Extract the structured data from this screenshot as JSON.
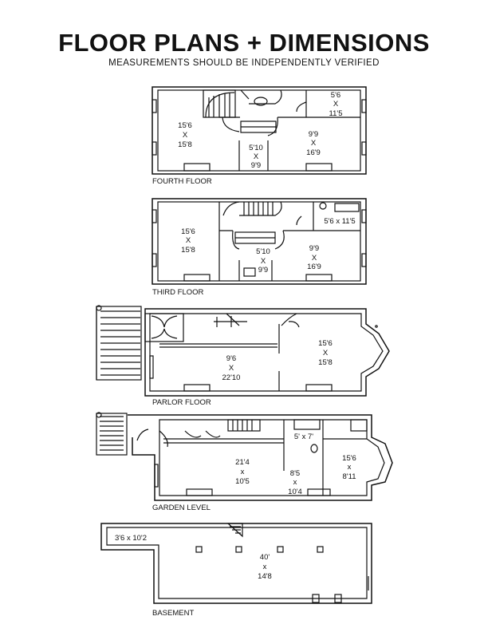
{
  "header": {
    "title": "FLOOR PLANS + DIMENSIONS",
    "subtitle": "MEASUREMENTS SHOULD BE INDEPENDENTLY VERIFIED"
  },
  "floors": {
    "fourth": {
      "label": "FOURTH FLOOR",
      "rooms": [
        {
          "w": "15'6",
          "x": "X",
          "h": "15'8"
        },
        {
          "w": "5'10",
          "x": "X",
          "h": "9'9"
        },
        {
          "w": "9'9",
          "x": "X",
          "h": "16'9"
        },
        {
          "w": "5'6",
          "x": "X",
          "h": "11'5"
        }
      ]
    },
    "third": {
      "label": "THIRD FLOOR",
      "rooms": [
        {
          "w": "15'6",
          "x": "X",
          "h": "15'8"
        },
        {
          "w": "5'10",
          "x": "X",
          "h": "9'9"
        },
        {
          "w": "9'9",
          "x": "X",
          "h": "16'9"
        }
      ],
      "bath": "5'6 x 11'5"
    },
    "parlor": {
      "label": "PARLOR FLOOR",
      "rooms": [
        {
          "w": "9'6",
          "x": "X",
          "h": "22'10"
        },
        {
          "w": "15'6",
          "x": "X",
          "h": "15'8"
        }
      ]
    },
    "garden": {
      "label": "GARDEN LEVEL",
      "rooms": [
        {
          "w": "21'4",
          "x": "x",
          "h": "10'5"
        },
        {
          "w": "8'5",
          "x": "x",
          "h": "10'4"
        },
        {
          "w": "15'6",
          "x": "x",
          "h": "8'11"
        }
      ],
      "bath": "5' x 7'"
    },
    "basement": {
      "label": "BASEMENT",
      "rooms": [
        {
          "w": "40'",
          "x": "x",
          "h": "14'8"
        }
      ],
      "closet": "3'6 x 10'2"
    }
  }
}
